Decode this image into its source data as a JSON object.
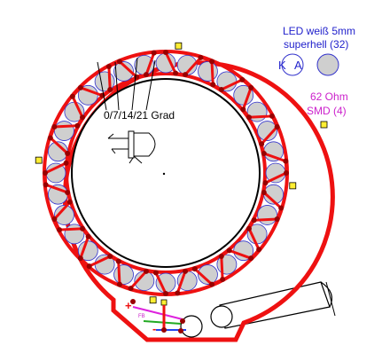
{
  "legend": {
    "led_line1": "LED weiß 5mm",
    "led_line2": "superhell (32)",
    "cathode_letter": "K",
    "anode_letter": "A",
    "resistor_line1": "62  Ohm",
    "resistor_line2": "SMD (4)"
  },
  "angle_label": "0/7/14/21 Grad",
  "terminals": {
    "plus": "+",
    "minus": "-",
    "fb": "FB"
  },
  "board": {
    "led_count": 32,
    "resistor_count": 4
  },
  "colors": {
    "trace_red": "#ee1111",
    "pad_dark": "#990000",
    "led_gray": "#cfcfcf",
    "led_outline": "#3333cc",
    "legend_blue": "#2222cc",
    "resistor_magenta": "#cc22cc",
    "resistor_yellow": "#ffee33",
    "wire_green": "#22aa22",
    "wire_blue": "#2244ee",
    "wire_magenta": "#dd22dd",
    "ink_black": "#000000"
  }
}
